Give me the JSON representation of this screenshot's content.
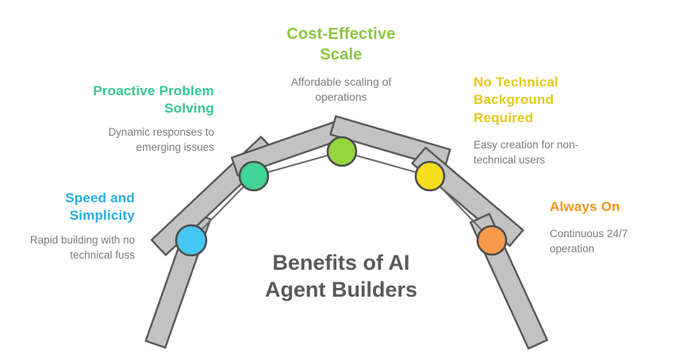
{
  "title": "Benefits of AI\nAgent Builders",
  "benefits": [
    {
      "id": "speed-and-simplicity",
      "heading": "Speed and\nSimplicity",
      "description": "Rapid building with no\ntechnical fuss",
      "color": "#29abe2",
      "node_color": "#45c7f5"
    },
    {
      "id": "proactive-problem-solving",
      "heading": "Proactive Problem\nSolving",
      "description": "Dynamic responses to\nemerging issues",
      "color": "#2fcc8f",
      "node_color": "#40d695"
    },
    {
      "id": "cost-effective-scale",
      "heading": "Cost-Effective\nScale",
      "description": "Affordable scaling of\noperations",
      "color": "#8cc63f",
      "node_color": "#97d53e"
    },
    {
      "id": "no-technical-background-required",
      "heading": "No Technical\nBackground\nRequired",
      "description": "Easy creation for non-\ntechnical users",
      "color": "#e3c91c",
      "node_color": "#f7dd1c"
    },
    {
      "id": "always-on",
      "heading": "Always On",
      "description": "Continuous 24/7\noperation",
      "color": "#f7941d",
      "node_color": "#f79b4a"
    }
  ],
  "structure": {
    "plank_fill": "#c2c2c2",
    "plank_stroke": "#58595b"
  }
}
